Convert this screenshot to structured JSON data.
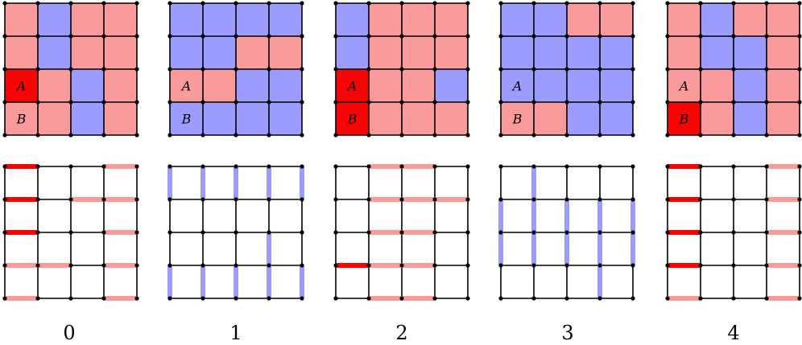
{
  "colors": {
    "pink": "#f99b9b",
    "blue": "#9c9cff",
    "red": "#f70505",
    "line": "#000000",
    "white": "#ffffff"
  },
  "panels": [
    {
      "label": "0",
      "grid": [
        "pbpp",
        "pbpp",
        "Rpbp",
        "ppbp"
      ],
      "labels": [
        {
          "text": "A",
          "cell": [
            2,
            0
          ]
        },
        {
          "text": "B",
          "cell": [
            3,
            0
          ]
        }
      ],
      "h_edges": [
        {
          "row": 0,
          "col": 0,
          "color": "red"
        },
        {
          "row": 0,
          "col": 3,
          "color": "pink"
        },
        {
          "row": 1,
          "col": 0,
          "color": "red"
        },
        {
          "row": 1,
          "col": 2,
          "color": "pink"
        },
        {
          "row": 1,
          "col": 3,
          "color": "pink"
        },
        {
          "row": 2,
          "col": 0,
          "color": "red"
        },
        {
          "row": 2,
          "col": 3,
          "color": "pink"
        },
        {
          "row": 3,
          "col": 0,
          "color": "pink"
        },
        {
          "row": 3,
          "col": 1,
          "color": "pink"
        },
        {
          "row": 3,
          "col": 3,
          "color": "pink"
        },
        {
          "row": 4,
          "col": 0,
          "color": "pink"
        },
        {
          "row": 4,
          "col": 3,
          "color": "pink"
        }
      ],
      "v_edges": []
    },
    {
      "label": "1",
      "grid": [
        "bbbb",
        "bbpp",
        "ppbb",
        "bbbb"
      ],
      "labels": [
        {
          "text": "A",
          "cell": [
            2,
            0
          ]
        },
        {
          "text": "B",
          "cell": [
            3,
            0
          ]
        }
      ],
      "h_edges": [],
      "v_edges": [
        {
          "row": 0,
          "col": 0,
          "color": "blue"
        },
        {
          "row": 0,
          "col": 1,
          "color": "blue"
        },
        {
          "row": 0,
          "col": 2,
          "color": "blue"
        },
        {
          "row": 0,
          "col": 3,
          "color": "blue"
        },
        {
          "row": 0,
          "col": 4,
          "color": "blue"
        },
        {
          "row": 2,
          "col": 3,
          "color": "blue"
        },
        {
          "row": 3,
          "col": 0,
          "color": "blue"
        },
        {
          "row": 3,
          "col": 1,
          "color": "blue"
        },
        {
          "row": 3,
          "col": 2,
          "color": "blue"
        },
        {
          "row": 3,
          "col": 3,
          "color": "blue"
        },
        {
          "row": 3,
          "col": 4,
          "color": "blue"
        }
      ]
    },
    {
      "label": "2",
      "grid": [
        "bppp",
        "bppp",
        "Rppb",
        "Rppp"
      ],
      "labels": [
        {
          "text": "A",
          "cell": [
            2,
            0
          ]
        },
        {
          "text": "B",
          "cell": [
            3,
            0
          ]
        }
      ],
      "h_edges": [
        {
          "row": 0,
          "col": 1,
          "color": "pink"
        },
        {
          "row": 0,
          "col": 2,
          "color": "pink"
        },
        {
          "row": 1,
          "col": 1,
          "color": "pink"
        },
        {
          "row": 1,
          "col": 2,
          "color": "pink"
        },
        {
          "row": 1,
          "col": 3,
          "color": "pink"
        },
        {
          "row": 2,
          "col": 1,
          "color": "pink"
        },
        {
          "row": 2,
          "col": 2,
          "color": "pink"
        },
        {
          "row": 3,
          "col": 0,
          "color": "red"
        },
        {
          "row": 3,
          "col": 1,
          "color": "pink"
        },
        {
          "row": 3,
          "col": 2,
          "color": "pink"
        },
        {
          "row": 4,
          "col": 1,
          "color": "pink"
        },
        {
          "row": 4,
          "col": 2,
          "color": "pink"
        }
      ],
      "v_edges": []
    },
    {
      "label": "3",
      "grid": [
        "bbpp",
        "bbbb",
        "bbbb",
        "ppbb"
      ],
      "labels": [
        {
          "text": "A",
          "cell": [
            2,
            0
          ]
        },
        {
          "text": "B",
          "cell": [
            3,
            0
          ]
        }
      ],
      "h_edges": [],
      "v_edges": [
        {
          "row": 0,
          "col": 1,
          "color": "blue"
        },
        {
          "row": 1,
          "col": 0,
          "color": "blue"
        },
        {
          "row": 1,
          "col": 1,
          "color": "blue"
        },
        {
          "row": 1,
          "col": 2,
          "color": "blue"
        },
        {
          "row": 1,
          "col": 3,
          "color": "blue"
        },
        {
          "row": 1,
          "col": 4,
          "color": "blue"
        },
        {
          "row": 2,
          "col": 0,
          "color": "blue"
        },
        {
          "row": 2,
          "col": 1,
          "color": "blue"
        },
        {
          "row": 2,
          "col": 2,
          "color": "blue"
        },
        {
          "row": 2,
          "col": 3,
          "color": "blue"
        },
        {
          "row": 2,
          "col": 4,
          "color": "blue"
        },
        {
          "row": 3,
          "col": 3,
          "color": "blue"
        }
      ]
    },
    {
      "label": "4",
      "grid": [
        "pbpp",
        "pbbp",
        "ppbp",
        "Rpbp"
      ],
      "labels": [
        {
          "text": "A",
          "cell": [
            2,
            0
          ]
        },
        {
          "text": "B",
          "cell": [
            3,
            0
          ]
        }
      ],
      "h_edges": [
        {
          "row": 0,
          "col": 0,
          "color": "red"
        },
        {
          "row": 0,
          "col": 3,
          "color": "pink"
        },
        {
          "row": 1,
          "col": 0,
          "color": "red"
        },
        {
          "row": 1,
          "col": 3,
          "color": "pink"
        },
        {
          "row": 2,
          "col": 0,
          "color": "red"
        },
        {
          "row": 2,
          "col": 3,
          "color": "pink"
        },
        {
          "row": 3,
          "col": 0,
          "color": "red"
        },
        {
          "row": 3,
          "col": 3,
          "color": "pink"
        },
        {
          "row": 4,
          "col": 0,
          "color": "pink"
        },
        {
          "row": 4,
          "col": 3,
          "color": "pink"
        }
      ],
      "v_edges": []
    }
  ]
}
